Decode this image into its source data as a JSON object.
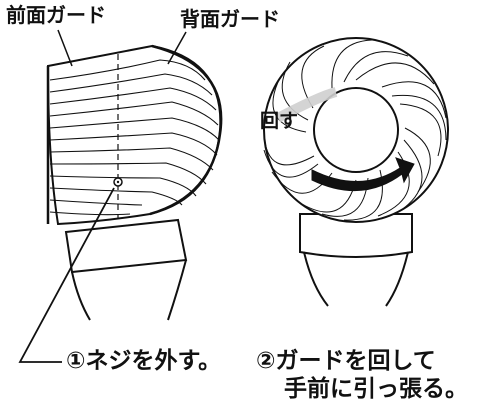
{
  "labels": {
    "front_guard": "前面ガード",
    "back_guard": "背面ガード",
    "rotate": "回す"
  },
  "steps": {
    "step1": "①ネジを外す。",
    "step2_line1": "②ガードを回して",
    "step2_line2": "手前に引っ張る。"
  },
  "colors": {
    "line": "#111111",
    "arrow_fill": "#111111",
    "background": "#ffffff"
  }
}
